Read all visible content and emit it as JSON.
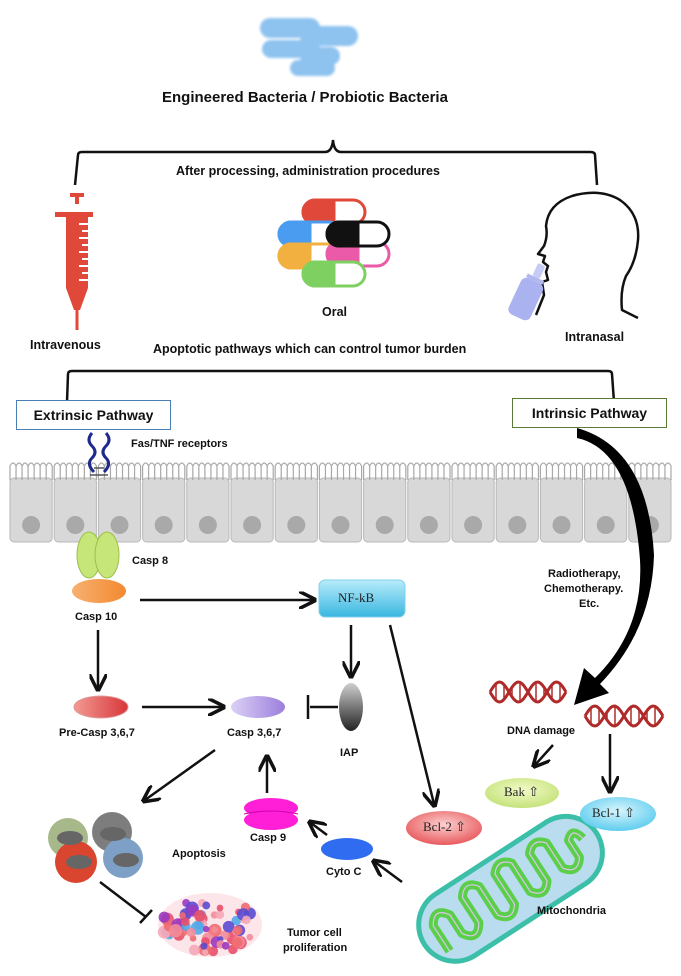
{
  "title": "Engineered Bacteria / Probiotic Bacteria",
  "administration": {
    "heading": "After processing, administration procedures",
    "routes": [
      {
        "label": "Intravenous",
        "icon": "syringe-icon"
      },
      {
        "label": "Oral",
        "icon": "pills-icon"
      },
      {
        "label": "Intranasal",
        "icon": "head-nasal-spray-icon"
      }
    ]
  },
  "pathways": {
    "heading": "Apoptotic pathways which can control tumor burden",
    "extrinsic": {
      "label": "Extrinsic Pathway",
      "border_color": "#4a7fb5"
    },
    "intrinsic": {
      "label": "Intrinsic Pathway",
      "border_color": "#5a7a3a"
    }
  },
  "receptors": {
    "label": "Fas/TNF receptors"
  },
  "nodes": {
    "casp8": "Casp 8",
    "casp10": "Casp 10",
    "nfkb": "NF-kB",
    "pre_casp": "Pre-Casp 3,6,7",
    "casp367": "Casp 3,6,7",
    "iap": "IAP",
    "casp9": "Casp 9",
    "cyto_c": "Cyto C",
    "apoptosis": "Apoptosis",
    "tumor_line1": "Tumor cell",
    "tumor_line2": "proliferation",
    "dna_damage": "DNA damage",
    "bak": "Bak ⇧",
    "bcl1": "Bcl-1 ⇧",
    "bcl2": "Bcl-2 ⇧",
    "mitochondria": "Mitochondria"
  },
  "therapy": {
    "line1": "Radiotherapy,",
    "line2": "Chemotherapy.",
    "line3": "Etc."
  },
  "colors": {
    "bacteria": "#8ec3f0",
    "syringe": "#e0483a",
    "cell": "#d8d8d8",
    "casp8": "#c6e67a",
    "casp10": "#f59a4a",
    "nfkb": "#5bc8ea",
    "pre_casp": "#e8605a",
    "casp367": "#b9a2e6",
    "casp9": "#ff1fd6",
    "cyto_c": "#2f6cf0",
    "dna": "#b02a2a",
    "bak": "#d6ec8a",
    "bcl1": "#7fd8f0",
    "bcl2": "#ef7a7a",
    "mito_outer": "#3cbfa8",
    "mito_inner": "#5ccf4a"
  }
}
